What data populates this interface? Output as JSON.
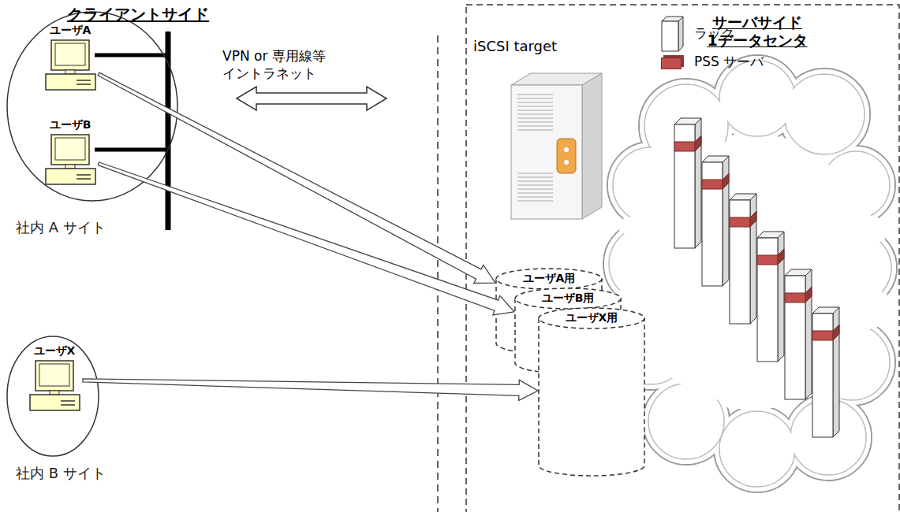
{
  "diagram": {
    "nodes": [
      {
        "text": [
          "社内 A サイト"
        ]
      },
      {
        "text": [
          "ユーザA"
        ],
        "in": 0
      },
      {
        "text": [
          "ユーザB"
        ],
        "in": 0
      },
      {
        "text": [
          "社内 B サイト"
        ]
      },
      {
        "text": [
          "ユーザX"
        ],
        "in": 3
      },
      {
        "text": [
          "サーバサイド 1データセンタ"
        ]
      },
      {
        "text": [
          "iSCSI target"
        ],
        "in": 5
      },
      {
        "text": [
          "ユーザA用"
        ],
        "in": 5
      },
      {
        "text": [
          "ユーザB用"
        ],
        "in": 5
      },
      {
        "text": [
          "ユーザX用"
        ],
        "in": 5
      }
    ],
    "edges": [
      {
        "from": 1,
        "to": 7,
        "arrow": "to"
      },
      {
        "from": 2,
        "to": 8,
        "arrow": "to"
      },
      {
        "from": 4,
        "to": 9,
        "arrow": "to"
      }
    ],
    "labels": [
      "クライアントサイド",
      "VPN or 専用線等 イントラネット"
    ],
    "legend": [
      {
        "text": "ラック"
      },
      {
        "text": "PSS サーバ",
        "color": "#c0504d"
      }
    ]
  }
}
